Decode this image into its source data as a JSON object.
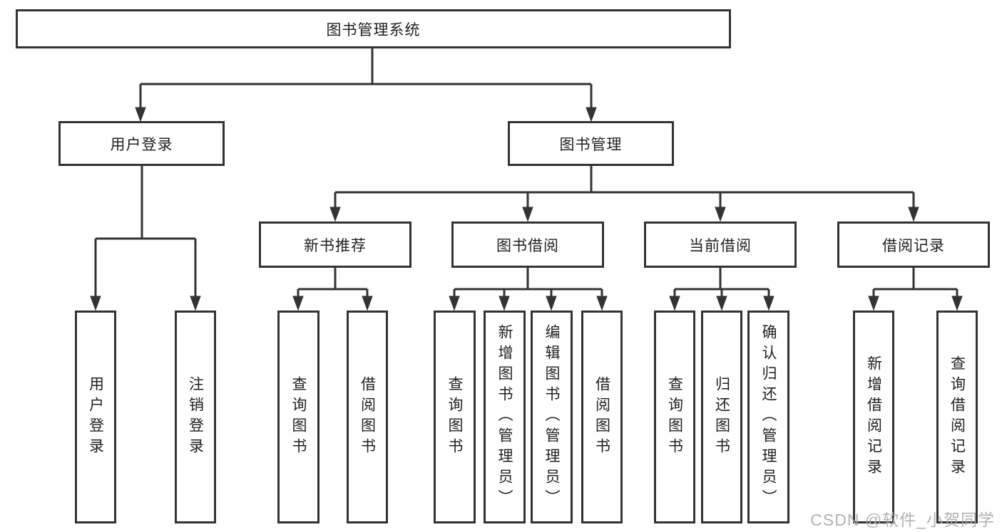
{
  "diagram": {
    "type": "tree",
    "orientation": "top-down",
    "colors": {
      "line": "#333333",
      "box_border": "#333333",
      "box_fill": "#ffffff",
      "text": "#1f1f1f",
      "watermark": "#aaaaaa"
    }
  },
  "tree": {
    "label": "图书管理系统",
    "children": [
      {
        "label": "用户登录",
        "children": [
          {
            "label": "用户登录"
          },
          {
            "label": "注销登录"
          }
        ]
      },
      {
        "label": "图书管理",
        "children": [
          {
            "label": "新书推荐",
            "children": [
              {
                "label": "查询图书"
              },
              {
                "label": "借阅图书"
              }
            ]
          },
          {
            "label": "图书借阅",
            "children": [
              {
                "label": "查询图书"
              },
              {
                "label": "新增图书（管理员）"
              },
              {
                "label": "编辑图书（管理员）"
              },
              {
                "label": "借阅图书"
              }
            ]
          },
          {
            "label": "当前借阅",
            "children": [
              {
                "label": "查询图书"
              },
              {
                "label": "归还图书"
              },
              {
                "label": "确认归还（管理员）"
              }
            ]
          },
          {
            "label": "借阅记录",
            "children": [
              {
                "label": "新增借阅记录"
              },
              {
                "label": "查询借阅记录"
              }
            ]
          }
        ]
      }
    ]
  },
  "watermark": {
    "text": "CSDN @软件_小贺同学"
  }
}
